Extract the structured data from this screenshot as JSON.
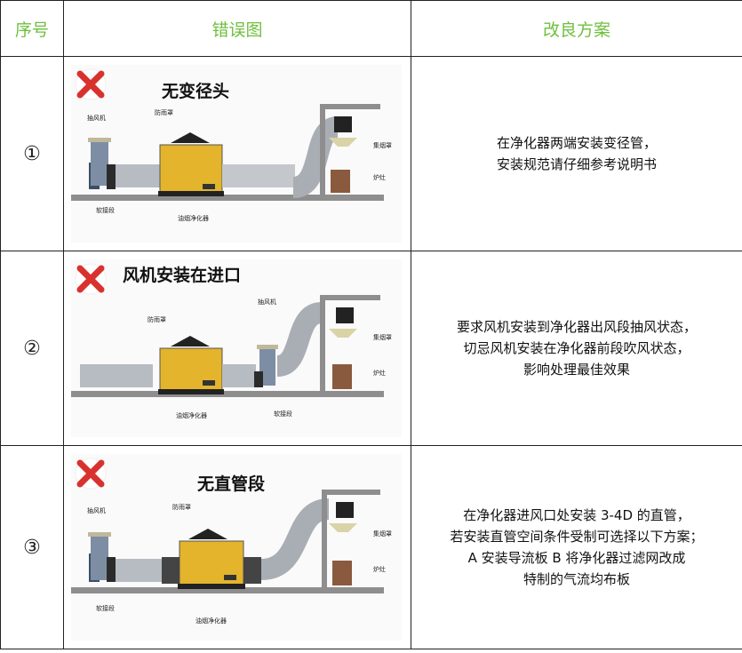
{
  "headers": {
    "seq": "序号",
    "wrong": "错误图",
    "fix": "改良方案"
  },
  "rows": [
    {
      "num": "①",
      "title": "无变径头",
      "labels": {
        "fan": "抽风机",
        "rain": "防雨罩",
        "soft": "软接段",
        "purifier": "油烟净化器",
        "hood": "集烟罩",
        "stove": "炉灶"
      },
      "solution": [
        "在净化器两端安装变径管，",
        "安装规范请仔细参考说明书"
      ]
    },
    {
      "num": "②",
      "title": "风机安装在进口",
      "labels": {
        "fan": "抽风机",
        "rain": "防雨罩",
        "soft": "软接段",
        "purifier": "油烟净化器",
        "hood": "集烟罩",
        "stove": "炉灶"
      },
      "solution": [
        "要求风机安装到净化器出风段抽风状态，",
        "切忌风机安装在净化器前段吹风状态，",
        "影响处理最佳效果"
      ]
    },
    {
      "num": "③",
      "title": "无直管段",
      "labels": {
        "fan": "抽风机",
        "rain": "防雨罩",
        "soft": "软接段",
        "purifier": "油烟净化器",
        "hood": "集烟罩",
        "stove": "炉灶"
      },
      "solution": [
        "在净化器进风口处安装 3-4D 的直管，",
        "若安装直管空间条件受制可选择以下方案；",
        "A 安装导流板 B 将净化器过滤网改成",
        "特制的气流均布板"
      ]
    }
  ],
  "colors": {
    "header_green": "#6fbf3e",
    "cross_red": "#d8322f",
    "purifier_yellow": "#e3b42c"
  }
}
